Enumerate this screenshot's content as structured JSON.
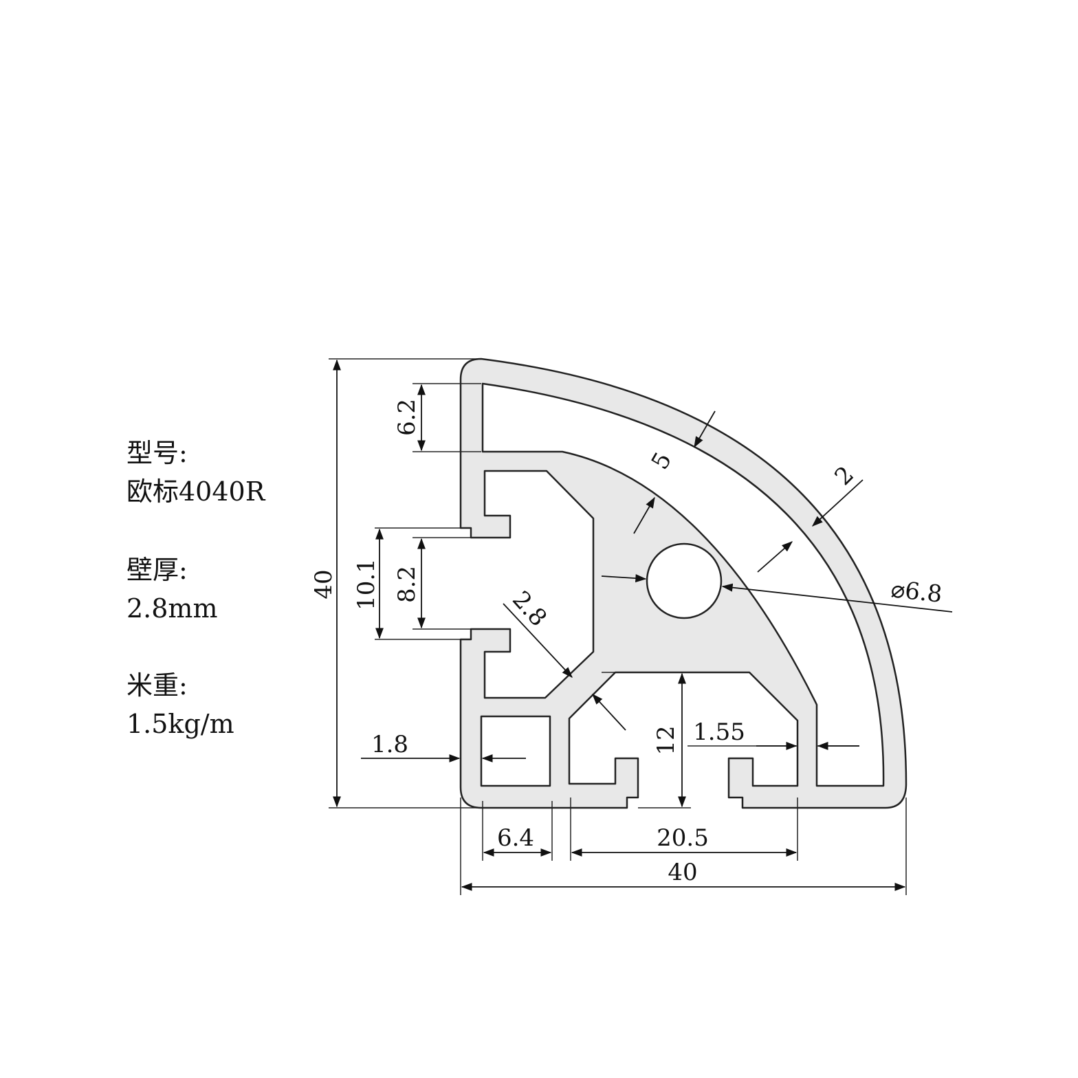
{
  "specs": {
    "model_label": "型号:",
    "model_value": "欧标4040R",
    "wall_label": "壁厚:",
    "wall_value": "2.8mm",
    "weight_label": "米重:",
    "weight_value": "1.5kg/m"
  },
  "dimensions": {
    "height_total": "40",
    "slot_top": "6.2",
    "slot_outer": "10.1",
    "slot_inner": "8.2",
    "wall_diag": "2.8",
    "arc_offset": "5",
    "arc_thickness": "2",
    "hole_diameter": "⌀6.8",
    "rib_left": "1.8",
    "slot_depth": "12",
    "slot_lip": "1.55",
    "bottom_left": "6.4",
    "bottom_mid": "20.5",
    "width_total": "40"
  },
  "colors": {
    "profile_fill": "#e8e8e8",
    "outline": "#222222"
  }
}
